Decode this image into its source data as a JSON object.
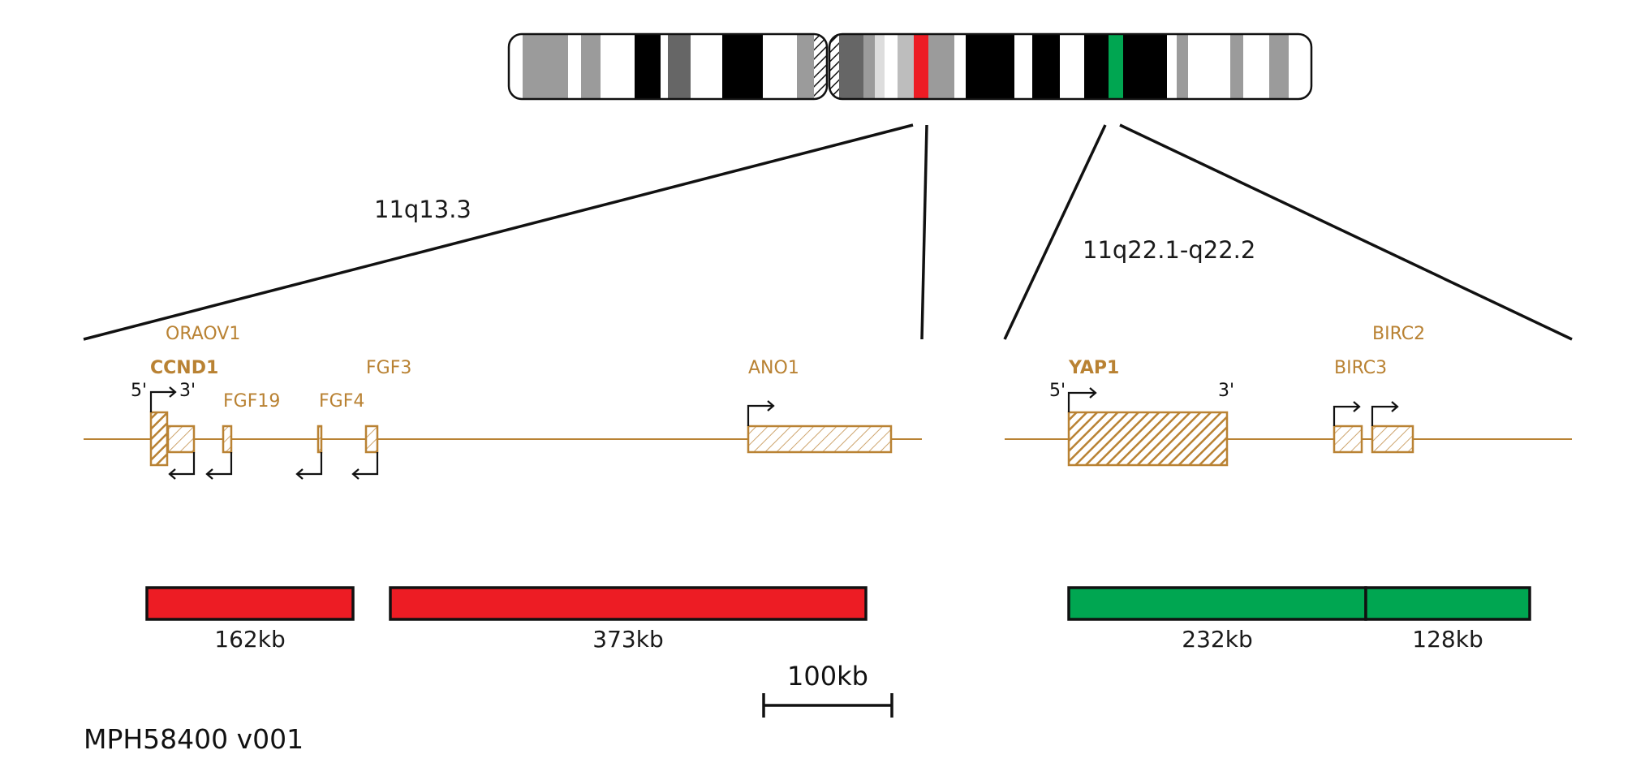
{
  "probe_name": "MPH58400 v001",
  "colors": {
    "gene": "#b98233",
    "red_probe": "#ed1c24",
    "green_probe": "#00a651",
    "line": "#111111"
  },
  "regions": {
    "left": {
      "label": "11q13.3"
    },
    "right": {
      "label": "11q22.1-q22.2"
    }
  },
  "genes": {
    "oraov1": "ORAOV1",
    "ccnd1": "CCND1",
    "fgf19": "FGF19",
    "fgf4": "FGF4",
    "fgf3": "FGF3",
    "ano1": "ANO1",
    "yap1": "YAP1",
    "birc3": "BIRC3",
    "birc2": "BIRC2"
  },
  "ends": {
    "five_prime": "5'",
    "three_prime": "3'"
  },
  "probes": {
    "red_1": "162kb",
    "red_2": "373kb",
    "green_1": "232kb",
    "green_2": "128kb"
  },
  "scale_bar": {
    "label": "100kb"
  }
}
